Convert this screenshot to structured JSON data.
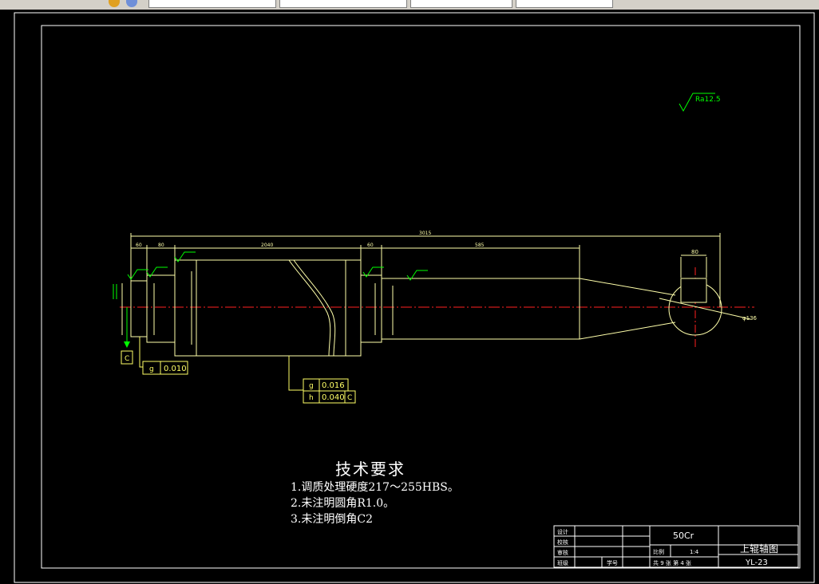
{
  "drawing": {
    "roughness_symbol": "Ra12.5",
    "dimensions": {
      "overall": "3015",
      "seg1": "60",
      "seg2": "80",
      "barrel": "2040",
      "seg4": "60",
      "neck": "585",
      "key": "80"
    },
    "tolerances": {
      "datum": "C",
      "left": {
        "symbol": "g",
        "value": "0.010"
      },
      "barrel_row1": {
        "symbol": "g",
        "value": "0.016"
      },
      "barrel_row2": {
        "symbol": "h",
        "value": "0.040",
        "datum": "C"
      }
    }
  },
  "technical_requirements": {
    "title": "技术要求",
    "items": [
      "1.调质处理硬度217～255HBS。",
      "2.未注明圆角R1.0。",
      "3.未注明倒角C2"
    ]
  },
  "title_block": {
    "left_labels": [
      "设计",
      "校核",
      "审核",
      "班级"
    ],
    "student_no_label": "学号",
    "material": "50Cr",
    "scale_label": "比例",
    "scale_value": "1:4",
    "sheet_info": "共 9 张    第 4 张",
    "drawing_title": "上辊轴图",
    "drawing_number": "YL-23"
  },
  "colors": {
    "outline": "#ffffff",
    "geometry": "#ffff66",
    "centerline": "#ff2020",
    "annotation": "#00ff00",
    "background": "#000000"
  }
}
